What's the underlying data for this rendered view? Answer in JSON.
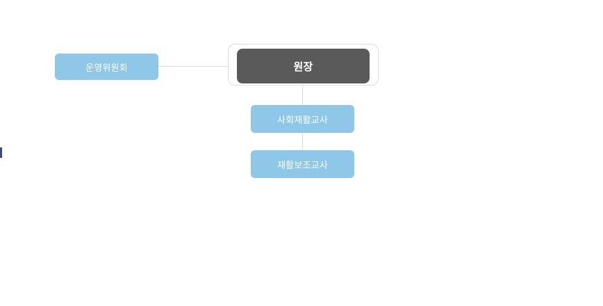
{
  "chart": {
    "type": "org-chart",
    "background_color": "#ffffff",
    "accent_color": "#8ec7e8",
    "root_color": "#5a5a5a",
    "connector_color": "#dcdcdc",
    "marker_color": "#3b4a86",
    "nodes": [
      {
        "id": "committee",
        "label": "운영위원회",
        "level": "side",
        "style": "blue"
      },
      {
        "id": "director",
        "label": "원장",
        "level": "root",
        "style": "dark"
      },
      {
        "id": "social",
        "label": "사회재활교사",
        "level": "1",
        "style": "blue"
      },
      {
        "id": "assistant",
        "label": "재활보조교사",
        "level": "2",
        "style": "blue"
      }
    ],
    "edges": [
      {
        "from": "committee",
        "to": "director",
        "orientation": "horizontal"
      },
      {
        "from": "director",
        "to": "social",
        "orientation": "vertical"
      },
      {
        "from": "social",
        "to": "assistant",
        "orientation": "vertical"
      }
    ]
  }
}
